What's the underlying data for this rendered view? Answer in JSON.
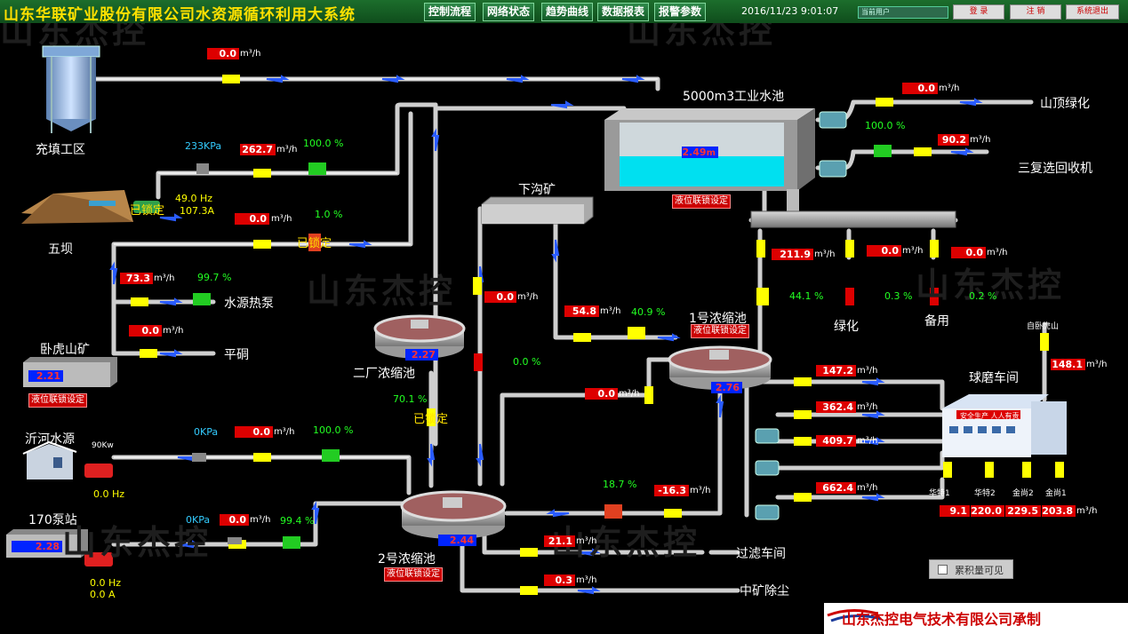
{
  "header": {
    "title": "山东华联矿业股份有限公司水资源循环利用大系统",
    "nav": [
      "控制流程",
      "网络状态",
      "趋势曲线",
      "数据报表",
      "报警参数"
    ],
    "datetime": "2016/11/23 9:01:07",
    "status_text": "当前用户",
    "buttons": [
      "登 录",
      "注 销",
      "系统退出"
    ]
  },
  "watermark": "山东杰控",
  "footer": {
    "company": "山东杰控电气技术有限公司承制",
    "checkbox_label": "累积量可见"
  },
  "common": {
    "flow_unit": "m³/h",
    "pct_unit": "%",
    "level_unit": "m",
    "locked": "已锁定",
    "interlock": "液位联锁设定"
  },
  "areas": {
    "fill": "充填工区",
    "wuba": "五坝",
    "pool": "5000m3工业水池",
    "mountain_green": "山顶绿化",
    "rebeneficiation": "三复选回收机",
    "xiagou": "下沟矿",
    "heat_pump": "水源热泵",
    "pingtong": "平硐",
    "wohushan": "卧虎山矿",
    "plant2_thick": "二厂浓缩池",
    "thick1": "1号浓缩池",
    "greening": "绿化",
    "standby": "备用",
    "ball_mill": "球磨车间",
    "wohushan_small": "自卧虎山",
    "yihe": "沂河水源",
    "pump170": "170泵站",
    "thick2": "2号浓缩池",
    "filter": "过滤车间",
    "dust": "中矿除尘"
  },
  "flows": {
    "top_line": "0.0",
    "mountain": "0.0",
    "rebenef": "90.2",
    "wuba_main": "262.7",
    "wuba_line2": "0.0",
    "heat_pump": "73.3",
    "pingtong": "0.0",
    "xiagou_drop": "0.0",
    "to_thick1": "54.8",
    "pool_out1": "211.9",
    "greening": "0.0",
    "standby": "0.0",
    "wohu_in": "148.1",
    "mill1": "147.2",
    "mill2": "362.4",
    "mill3": "409.7",
    "mill4": "662.4",
    "thick1_out": "0.0",
    "yihe": "0.0",
    "pump170": "0.0",
    "return_line": "-16.3",
    "filter": "21.1",
    "dust": "0.3"
  },
  "valves": {
    "wuba_main": "100.0",
    "wuba_line2": "1.0",
    "heat_pump": "99.7",
    "pool_mtn": "100.0",
    "pool_out1": "44.1",
    "greening": "0.3",
    "standby": "0.2",
    "to_thick1": "40.9",
    "xiagou": "0.0",
    "plant2": "70.1",
    "yihe": "100.0",
    "pump170": "99.4",
    "return": "18.7"
  },
  "pressures": {
    "wuba": "233",
    "yihe": "0",
    "pump170": "0",
    "unit": "KPa"
  },
  "pump": {
    "freq": "49.0",
    "current": "107.3",
    "hz": "Hz",
    "amp": "A",
    "yihe_power": "90Kw",
    "yihe_freq": "0.0",
    "p170_freq": "0.0",
    "p170_current": "0.0"
  },
  "levels": {
    "pool": "2.49",
    "wohushan": "2.21",
    "plant2": "2.27",
    "thick1": "2.76",
    "thick2": "2.44",
    "pump170": "2.28"
  },
  "mills": {
    "names": [
      "华特1",
      "华特2",
      "金尚2",
      "金尚1"
    ],
    "values": [
      "9.1",
      "220.0",
      "229.5",
      "203.8"
    ],
    "unit": "m³/h",
    "sign": "安全生产  人人有责"
  }
}
